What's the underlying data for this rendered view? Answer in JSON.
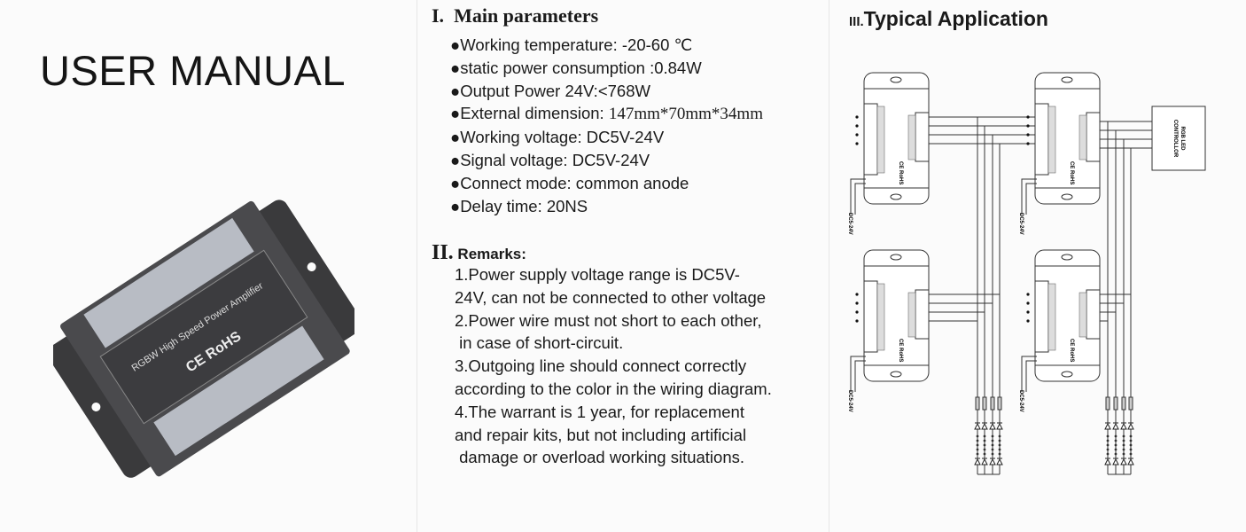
{
  "cover": {
    "title": "USER MANUAL",
    "product_label": "RGBW High Speed Power Amplifier",
    "product_marks": "CE RoHS"
  },
  "main_parameters": {
    "numeral": "I.",
    "heading": "Main parameters",
    "items": [
      {
        "label": "Working temperature: ",
        "value": "-20-60 ℃"
      },
      {
        "label": "static power consumption :",
        "value": "0.84W"
      },
      {
        "label": "Output Power 24V:",
        "value": "<768W"
      },
      {
        "label": "External dimension: ",
        "value": "147mm*70mm*34mm"
      },
      {
        "label": "Working voltage: ",
        "value": "DC5V-24V"
      },
      {
        "label": "Signal voltage: ",
        "value": "DC5V-24V"
      },
      {
        "label": "Connect mode: ",
        "value": "common anode"
      },
      {
        "label": "Delay time: ",
        "value": "20NS"
      }
    ]
  },
  "remarks": {
    "numeral": "II.",
    "heading": "Remarks:",
    "lines": [
      "1.Power supply voltage range is DC5V-",
      "24V, can not be connected to other voltage",
      "2.Power wire must not short to each other,",
      " in case of short-circuit.",
      "3.Outgoing line should connect correctly",
      "according to the color in the wiring diagram.",
      "4.The warrant is 1 year, for replacement",
      "and repair kits, but not including artificial",
      " damage or overload working situations."
    ]
  },
  "application": {
    "numeral": "III.",
    "heading": "Typical Application",
    "power_label": "DC5-24V",
    "controller_label_1": "RGB LED",
    "controller_label_2": "CONTROLLOR",
    "device_marks": "CE RoHS"
  }
}
